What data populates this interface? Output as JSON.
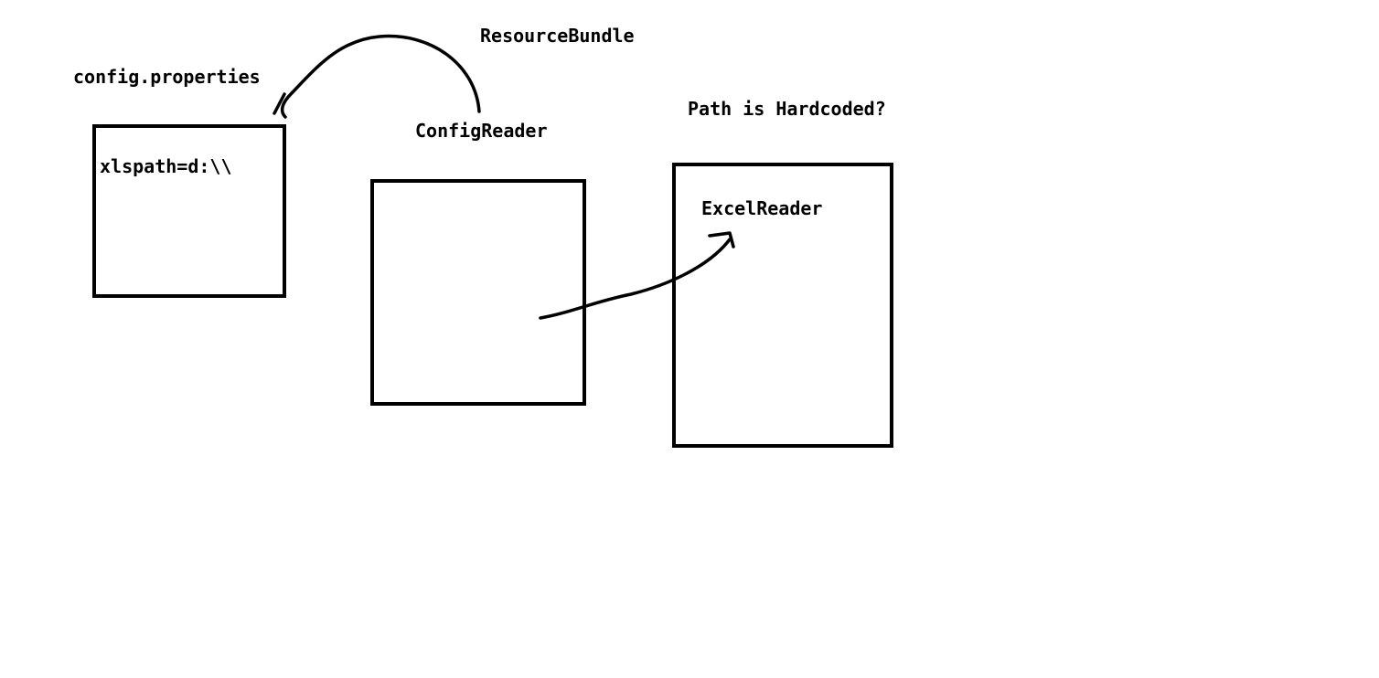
{
  "diagram": {
    "config_file": {
      "title": "config.properties",
      "content": "xlspath=d:\\\\"
    },
    "config_reader": {
      "title": "ConfigReader"
    },
    "excel_reader": {
      "title": "ExcelReader"
    },
    "arrow_labels": {
      "resource_bundle": "ResourceBundle"
    },
    "question": "Path is Hardcoded?",
    "colors": {
      "ink": "#000000",
      "background": "#ffffff"
    }
  }
}
